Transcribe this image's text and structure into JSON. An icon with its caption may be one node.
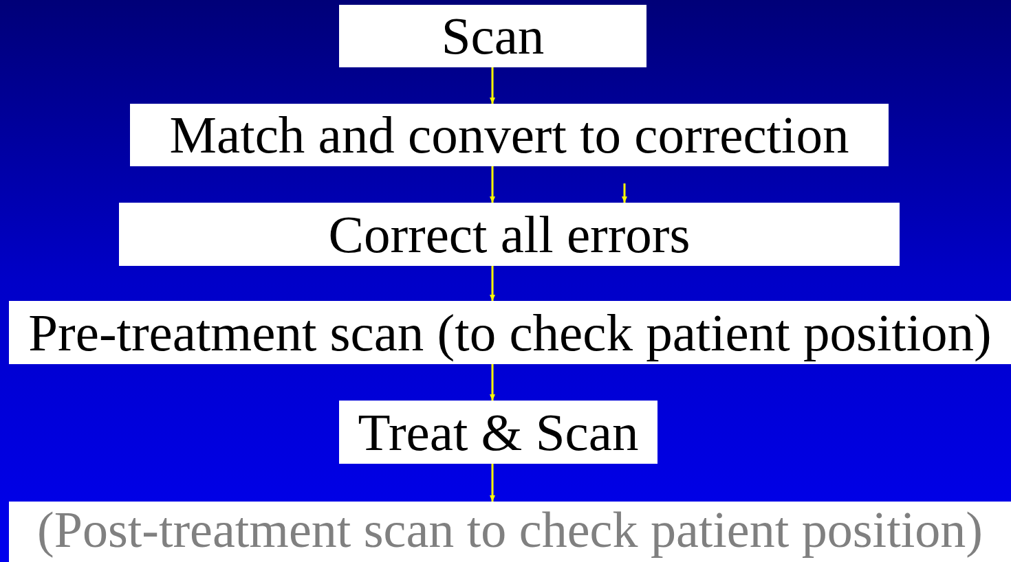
{
  "diagram": {
    "nodes": [
      {
        "text": [
          "Scan"
        ]
      },
      {
        "text": [
          "Match and convert to correction"
        ]
      },
      {
        "text": [
          "Correct all errors"
        ]
      },
      {
        "text": [
          "Pre-treatment scan (to check patient position)"
        ]
      },
      {
        "text": [
          "Treat & Scan"
        ]
      },
      {
        "text": [
          "(Post-treatment scan to check patient position)"
        ]
      }
    ],
    "edges": [
      {
        "from": 0,
        "to": 1,
        "arrow": "to"
      },
      {
        "from": 1,
        "to": 2,
        "arrow": "to"
      },
      {
        "from": null,
        "to": 2,
        "arrow": "to"
      },
      {
        "from": 2,
        "to": 3,
        "arrow": "to"
      },
      {
        "from": 3,
        "to": 4,
        "arrow": "to"
      },
      {
        "from": 4,
        "to": 5,
        "arrow": "to"
      }
    ]
  }
}
